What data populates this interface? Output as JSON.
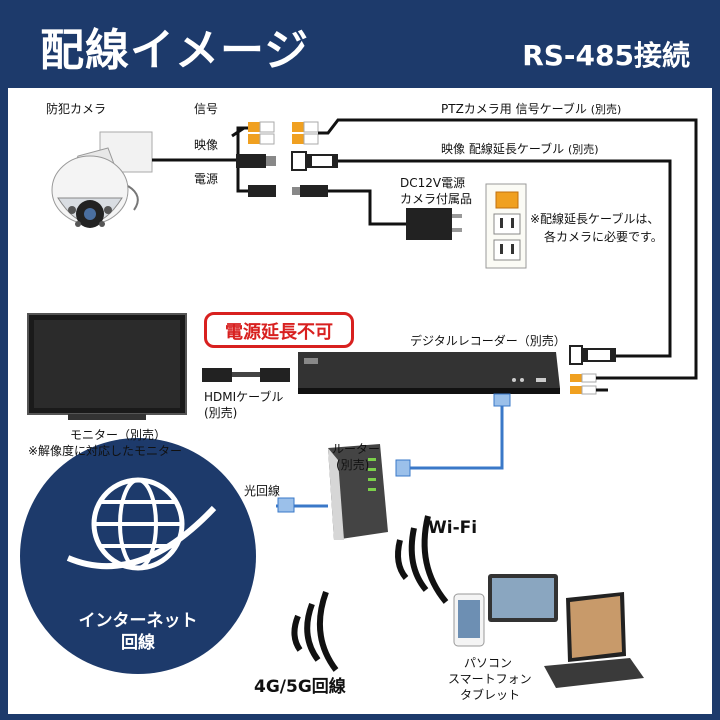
{
  "header": {
    "title": "配線イメージ",
    "subtitle": "RS-485接続"
  },
  "camera": {
    "label": "防犯カメラ"
  },
  "cables": {
    "signal": "信号",
    "video": "映像",
    "power": "電源",
    "ptz_cable": "PTZカメラ用 信号ケーブル",
    "ptz_note": "(別売)",
    "video_cable": "映像 配線延長ケーブル",
    "video_note": "(別売)",
    "adapter_line1": "DC12V電源",
    "adapter_line2": "カメラ付属品",
    "ext_note_line1": "※配線延長ケーブルは、",
    "ext_note_line2": "各カメラに必要です。",
    "no_extension": "電源延長不可"
  },
  "recorder": {
    "label": "デジタルレコーダー（別売）"
  },
  "hdmi": {
    "line1": "HDMIケーブル",
    "line2": "(別売)"
  },
  "monitor": {
    "line1": "モニター（別売）",
    "line2": "※解像度に対応したモニター"
  },
  "router": {
    "line1": "ルーター",
    "line2": "(別売)"
  },
  "fiber": {
    "label": "光回線"
  },
  "internet": {
    "line1": "インターネット",
    "line2": "回線"
  },
  "wifi": {
    "label": "Wi-Fi"
  },
  "mobile": {
    "label": "4G/5G回線"
  },
  "devices": {
    "line1": "パソコン",
    "line2": "スマートフォン",
    "line3": "タブレット"
  },
  "colors": {
    "navy": "#1d3a6b",
    "red": "#d8201f",
    "cable_blue": "#3a78c8",
    "connector_orange": "#f0a020"
  }
}
